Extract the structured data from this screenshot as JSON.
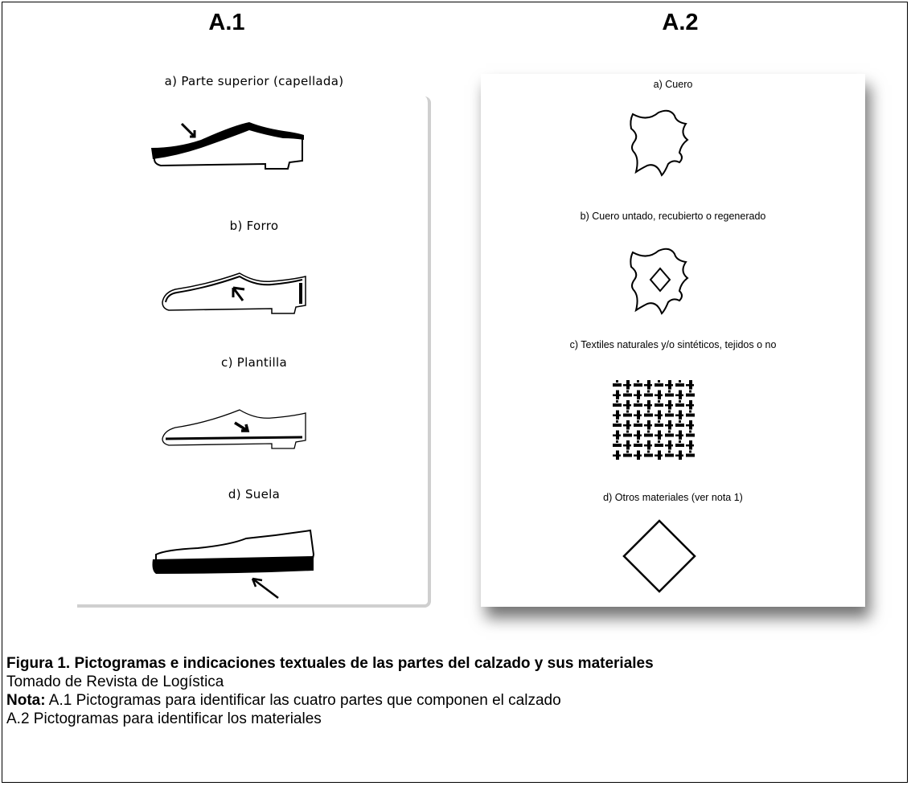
{
  "columns": {
    "a1_heading": "A.1",
    "a2_heading": "A.2"
  },
  "a1": {
    "items": [
      {
        "label": "a)  Parte superior (capellada)",
        "icon": "shoe-upper-icon"
      },
      {
        "label": "b)  Forro",
        "icon": "shoe-lining-icon"
      },
      {
        "label": "c)  Plantilla",
        "icon": "shoe-insole-icon"
      },
      {
        "label": "d)  Suela",
        "icon": "shoe-sole-icon"
      }
    ]
  },
  "a2": {
    "items": [
      {
        "label": "a)  Cuero",
        "icon": "leather-hide-icon"
      },
      {
        "label": "b)  Cuero untado, recubierto o regenerado",
        "icon": "coated-leather-icon"
      },
      {
        "label": "c)  Textiles naturales y/o sintéticos, tejidos o no",
        "icon": "textile-weave-icon"
      },
      {
        "label": "d)  Otros materiales (ver nota 1)",
        "icon": "diamond-icon"
      }
    ]
  },
  "caption": {
    "title": "Figura 1. Pictogramas e indicaciones textuales de las partes del calzado y sus materiales",
    "source": "Tomado de Revista de Logística",
    "note_label": "Nota:",
    "note_text": " A.1 Pictogramas para identificar las cuatro partes que componen el calzado",
    "note_line2": "A.2 Pictogramas para identificar los materiales"
  }
}
